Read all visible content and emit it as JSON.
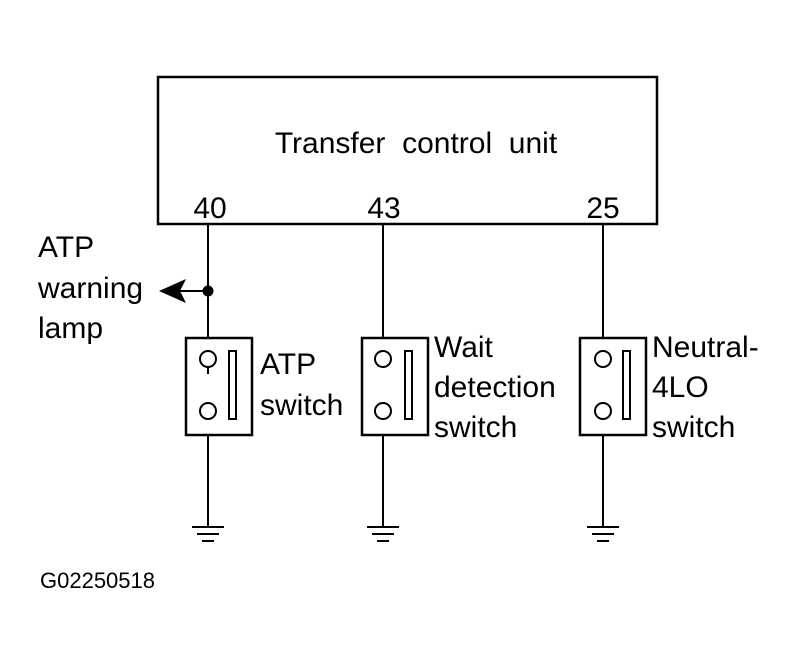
{
  "control_unit": {
    "title": "Transfer  control  unit",
    "pins": [
      "40",
      "43",
      "25"
    ]
  },
  "warning_lamp": {
    "lines": [
      "ATP",
      "warning",
      "lamp"
    ]
  },
  "switches": [
    {
      "lines": [
        "ATP",
        "switch"
      ]
    },
    {
      "lines": [
        "Wait",
        "detection",
        "switch"
      ]
    },
    {
      "lines": [
        "Neutral-",
        "4LO",
        "switch"
      ]
    }
  ],
  "figure_code": "G02250518",
  "icons": [
    "arrow-left-icon",
    "junction-dot-icon",
    "ground-symbol-icon",
    "switch-contact-icon"
  ]
}
